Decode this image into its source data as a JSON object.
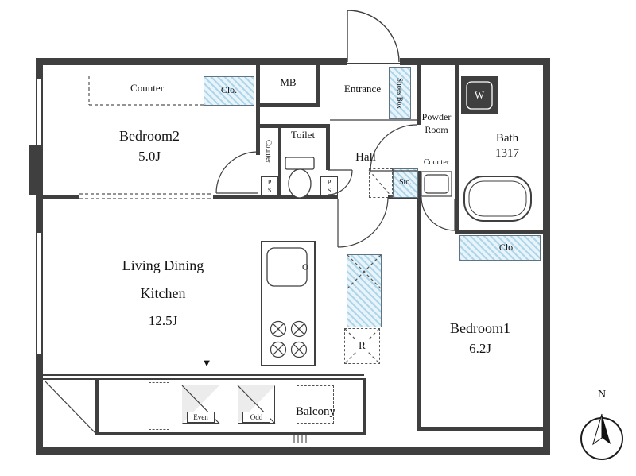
{
  "rooms": {
    "bedroom2": {
      "name": "Bedroom2",
      "size": "5.0J"
    },
    "ldk": {
      "line1": "Living Dining",
      "line2": "Kitchen",
      "size": "12.5J"
    },
    "bedroom1": {
      "name": "Bedroom1",
      "size": "6.2J"
    },
    "entrance": {
      "name": "Entrance"
    },
    "hall": {
      "name": "Hall"
    },
    "toilet": {
      "name": "Toilet"
    },
    "powder_room": {
      "line1": "Powder",
      "line2": "Room"
    },
    "bath": {
      "name": "Bath",
      "size": "1317"
    },
    "balcony": {
      "name": "Balcony"
    }
  },
  "features": {
    "counter_bedroom2": "Counter",
    "counter_toilet": "Counter",
    "counter_powder": "Counter",
    "closet_bedroom2": "Clo.",
    "closet_bedroom1": "Clo.",
    "meter_box": "MB",
    "shoes_box": "Shoes Box",
    "storage": "Sto.",
    "pipe_space_left": "PS",
    "pipe_space_right": "PS",
    "washer": "W",
    "refrigerator": "R",
    "hatch_even": "Even",
    "hatch_odd": "Odd",
    "pointer_marker": "▼"
  },
  "compass": {
    "label": "N"
  },
  "colors": {
    "wall": "#3f3f3f",
    "closet_fill": "#e9f4fa",
    "closet_stripe": "#aed6ea",
    "text": "#141414",
    "background": "#ffffff"
  }
}
